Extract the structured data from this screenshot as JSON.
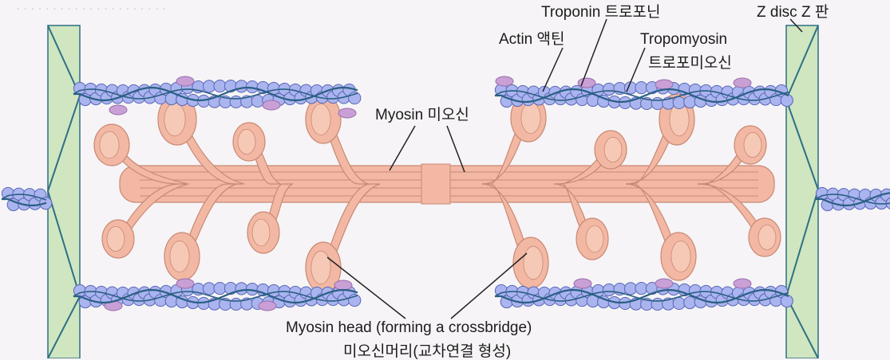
{
  "labels": {
    "troponin": "Troponin 트로포닌",
    "z_disc": "Z disc Z 판",
    "actin": "Actin 액틴",
    "tropomyosin_en": "Tropomyosin",
    "tropomyosin_kr": "트로포미오신",
    "myosin": "Myosin 미오신",
    "myosin_head_en": "Myosin head (forming a crossbridge)",
    "myosin_head_kr": "미오신머리(교차연결 형성)"
  },
  "colors": {
    "background": "#f6f4f6",
    "z_disc_fill": "#cfe6c0",
    "z_disc_line": "#2d6f86",
    "actin_bead": "#aab4ee",
    "actin_bead_edge": "#5866b8",
    "tropomyosin": "#2a5f84",
    "troponin": "#c9a0d6",
    "myosin": "#f2b8a4",
    "myosin_edge": "#c98873",
    "myosin_head_inner": "#f6c9b6",
    "label_text": "#1c1c1c"
  }
}
